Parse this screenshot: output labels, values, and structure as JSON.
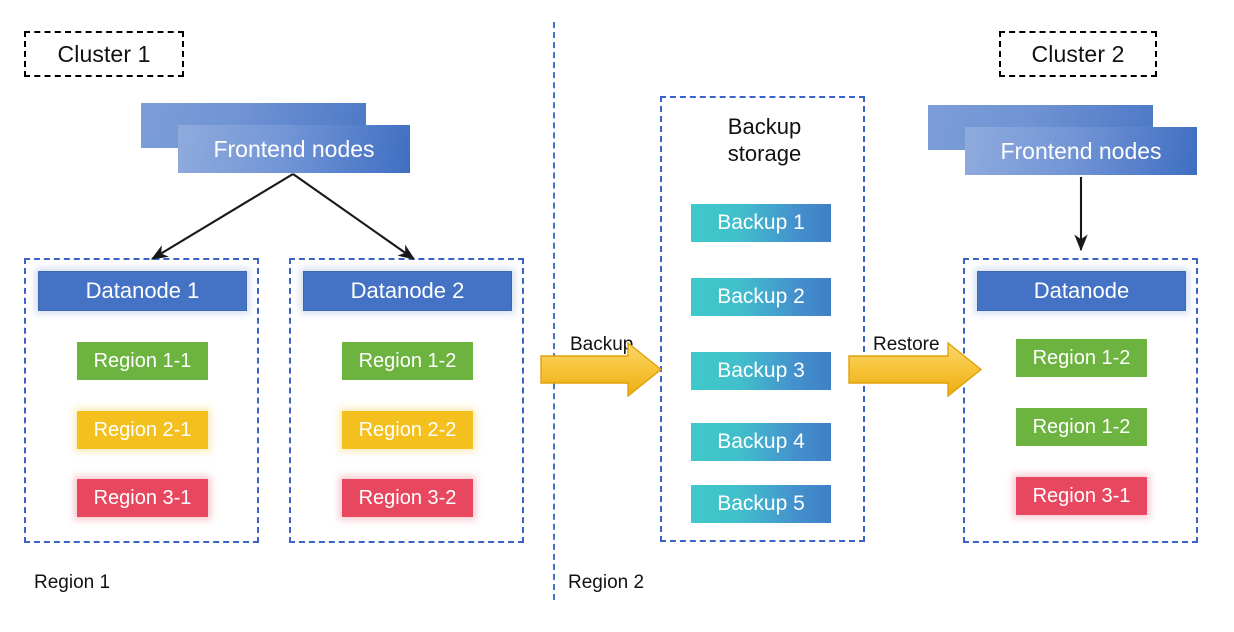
{
  "diagram": {
    "title_left": "Cluster 1",
    "title_right": "Cluster 2",
    "colors": {
      "datanode_blue": "#4472c4",
      "region_green": "#6cb33f",
      "region_yellow": "#f4c01e",
      "region_red": "#e8485f",
      "backup_teal": "#3fc9c9",
      "backup_blue": "#3f80c6",
      "arrow_gold": "#f5c242",
      "dashed_blue": "#3a63c8",
      "dashed_black": "#000000"
    }
  },
  "cluster1": {
    "label": "Cluster 1",
    "frontend": {
      "label": "Frontend nodes"
    },
    "datanodes": [
      {
        "title": "Datanode 1",
        "regions": [
          {
            "label": "Region 1-1",
            "color": "green"
          },
          {
            "label": "Region 2-1",
            "color": "yellow"
          },
          {
            "label": "Region 3-1",
            "color": "red"
          }
        ]
      },
      {
        "title": "Datanode 2",
        "regions": [
          {
            "label": "Region 1-2",
            "color": "green"
          },
          {
            "label": "Region 2-2",
            "color": "yellow"
          },
          {
            "label": "Region 3-2",
            "color": "red"
          }
        ]
      }
    ]
  },
  "backup_storage": {
    "title_line1": "Backup",
    "title_line2": "storage",
    "items": [
      {
        "label": "Backup 1"
      },
      {
        "label": "Backup 2"
      },
      {
        "label": "Backup 3"
      },
      {
        "label": "Backup 4"
      },
      {
        "label": "Backup 5"
      }
    ]
  },
  "cluster2": {
    "label": "Cluster 2",
    "frontend": {
      "label": "Frontend nodes"
    },
    "datanodes": [
      {
        "title": "Datanode",
        "regions": [
          {
            "label": "Region 1-2",
            "color": "green"
          },
          {
            "label": "Region 1-2",
            "color": "green"
          },
          {
            "label": "Region 3-1",
            "color": "red"
          }
        ]
      }
    ]
  },
  "flows": {
    "backup_label": "Backup",
    "restore_label": "Restore"
  },
  "regions_footer": {
    "left": "Region 1",
    "right": "Region 2"
  }
}
